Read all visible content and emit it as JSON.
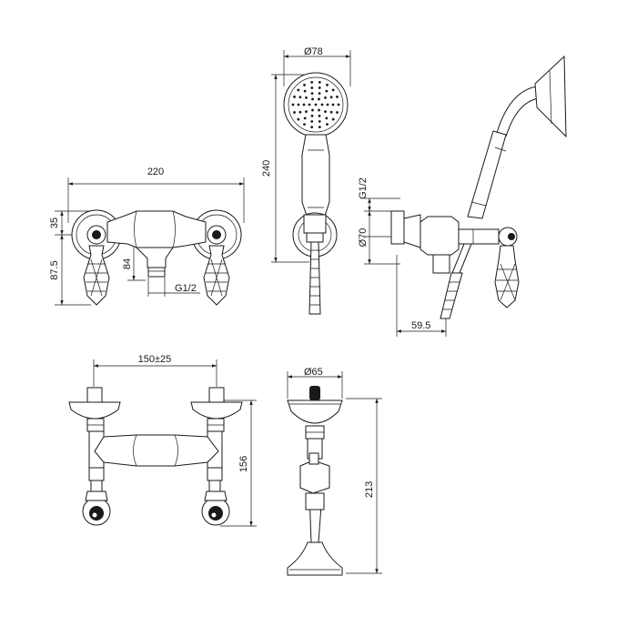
{
  "views": {
    "front_top": {
      "width_label": "220",
      "top_height_label": "35",
      "lower_height_label": "87.5",
      "spout_height_label": "84",
      "outlet_label": "G1/2"
    },
    "handshower": {
      "head_label": "Ø78",
      "length_label": "240"
    },
    "side_right": {
      "thread_label": "G1/2",
      "escutcheon_label": "Ø70",
      "depth_label": "59.5"
    },
    "rear_bottom": {
      "centers_label": "150±25",
      "height_label": "156"
    },
    "holder": {
      "base_label": "Ø65",
      "height_label": "213"
    }
  }
}
